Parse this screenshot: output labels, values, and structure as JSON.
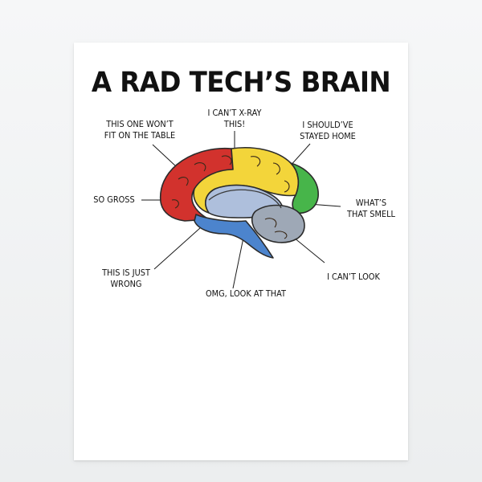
{
  "poster": {
    "title": "A RAD TECH’S BRAIN"
  },
  "labels": {
    "fit_table": [
      "THIS ONE WON’T",
      "FIT ON THE TABLE"
    ],
    "cant_xray": [
      "I CAN’T X-RAY",
      "THIS!"
    ],
    "stayed_home": [
      "I SHOULD’VE",
      "STAYED HOME"
    ],
    "so_gross": [
      "SO GROSS"
    ],
    "whats_smell": [
      "WHAT’S",
      "THAT SMELL"
    ],
    "just_wrong": [
      "THIS IS JUST",
      "WRONG"
    ],
    "omg_look": [
      "OMG, LOOK AT THAT"
    ],
    "cant_look": [
      "I CAN’T LOOK"
    ]
  },
  "colors": {
    "frontal_red": "#d2322d",
    "parietal_yellow": "#f3d53a",
    "occipital_green": "#47b54a",
    "brainstem_blue": "#4c84cd",
    "midbrain_lightblue": "#aebfdc",
    "cerebellum_gray": "#9ea8b6",
    "outline": "#2b2b2b"
  }
}
